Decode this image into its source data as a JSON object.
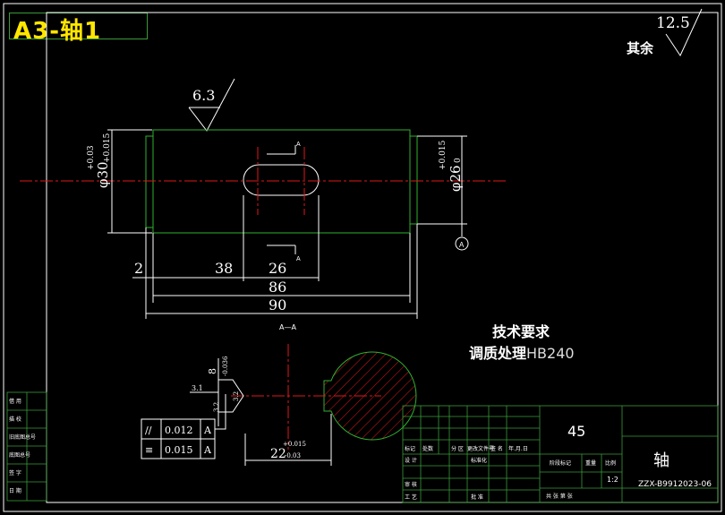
{
  "title_badge": "A3-轴1",
  "surface_roughness": {
    "overall": "12.5",
    "overall_note": "其余",
    "top": "6.3"
  },
  "dimensions": {
    "dia_left": "φ30",
    "dia_left_tol_upper": "+0.03",
    "dia_left_tol_lower": "+0.015",
    "dia_right": "φ26",
    "dia_right_tol_upper": "+0.015",
    "dia_right_tol_lower": "0",
    "len_2": "2",
    "len_38": "38",
    "len_26": "26",
    "len_86": "86",
    "len_90": "90",
    "section_width": "8",
    "section_width_tol": "-0.036",
    "section_depth": "22",
    "section_depth_tol_upper": "+0.015",
    "section_depth_tol_lower": "-0.03",
    "section_small_a": "3.2",
    "section_small_b": "3.2",
    "section_small_c": "3.1"
  },
  "section_labels": {
    "cut_mark": "A",
    "section_title": "A—A"
  },
  "datum": {
    "label": "A"
  },
  "tolerance_frame": {
    "rows": [
      {
        "symbol": "//",
        "value": "0.012",
        "datum": "A"
      },
      {
        "symbol": "≡",
        "value": "0.015",
        "datum": "A"
      }
    ]
  },
  "technical_requirements": {
    "heading": "技术要求",
    "line1_prefix": "调质处理",
    "line1_suffix": "HB240"
  },
  "title_block": {
    "material": "45",
    "part_name": "轴",
    "scale": "1:2",
    "drawing_no": "ZZX-B9912023-06",
    "row_labels": [
      "标记",
      "处数",
      "分 区",
      "更改文件号",
      "签 名",
      "年.月.日"
    ],
    "design": "设 计",
    "standardize": "标准化",
    "check": "审 核",
    "process": "工 艺",
    "approve": "批 准",
    "stage_label": "阶段标记",
    "weight_label": "重量",
    "scale_label": "比例",
    "sheet_info": "共  张  第  张"
  },
  "left_strip": [
    "借 用",
    "描 校",
    "旧底图总号",
    "底图总号",
    "签 字",
    "日 期"
  ],
  "colors": {
    "outline": "#2fb02f",
    "centerline": "#e01818",
    "hatch": "#e01818",
    "text": "#ffffff",
    "badge": "#ffe600"
  }
}
